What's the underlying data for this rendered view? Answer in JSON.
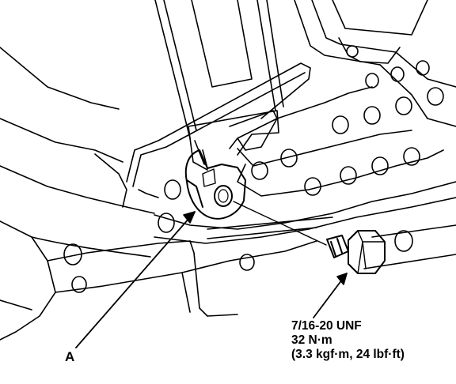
{
  "callouts": {
    "part_a": "A"
  },
  "bolt_spec": {
    "thread": "7/16-20 UNF",
    "torque_nm": "32 N·m",
    "torque_alt": "(3.3 kgf·m, 24 lbf·ft)"
  },
  "colors": {
    "line": "#000000",
    "background": "#ffffff"
  }
}
